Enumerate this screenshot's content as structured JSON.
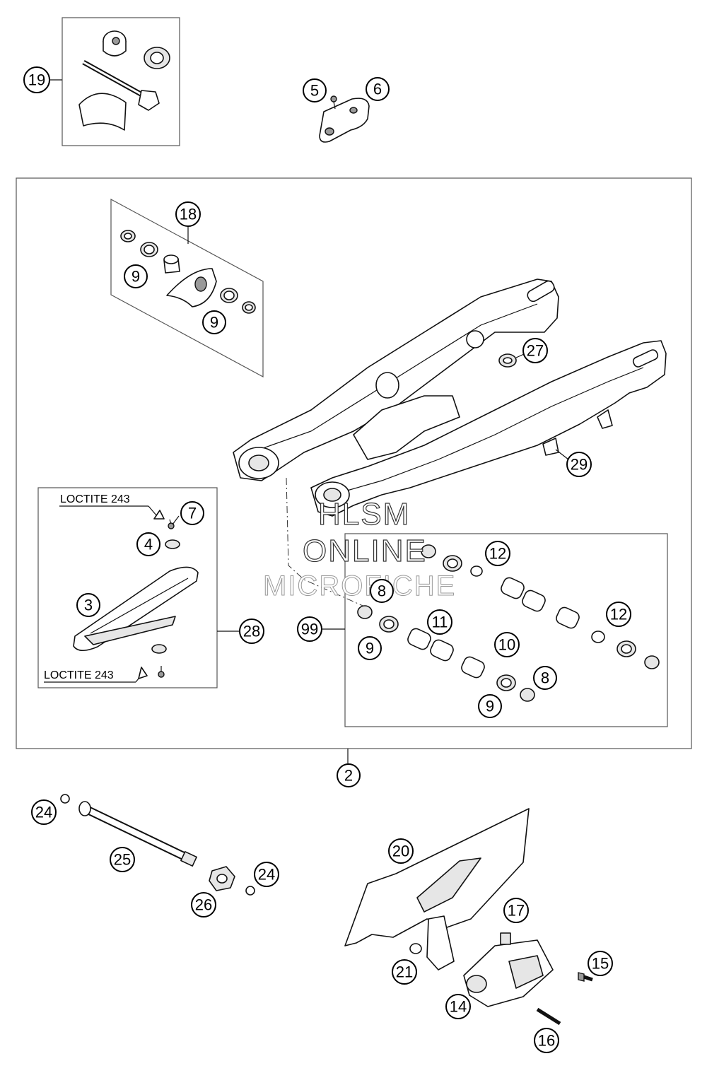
{
  "callouts": {
    "c19": "19",
    "c5": "5",
    "c6": "6",
    "c18": "18",
    "c9a": "9",
    "c9b": "9",
    "c27": "27",
    "c29": "29",
    "c7": "7",
    "c4": "4",
    "c3": "3",
    "c28": "28",
    "c99": "99",
    "c12a": "12",
    "c8a": "8",
    "c11": "11",
    "c12b": "12",
    "c9c": "9",
    "c10": "10",
    "c8b": "8",
    "c9d": "9",
    "c2": "2",
    "c24a": "24",
    "c25": "25",
    "c20": "20",
    "c24b": "24",
    "c26": "26",
    "c17": "17",
    "c21": "21",
    "c15": "15",
    "c14": "14",
    "c16": "16"
  },
  "labels": {
    "loctite_top": "LOCTITE 243",
    "loctite_bottom": "LOCTITE 243"
  },
  "watermark": {
    "line1": "HLSM",
    "line2": "ONLINE",
    "line3": "MICROFICHE"
  }
}
